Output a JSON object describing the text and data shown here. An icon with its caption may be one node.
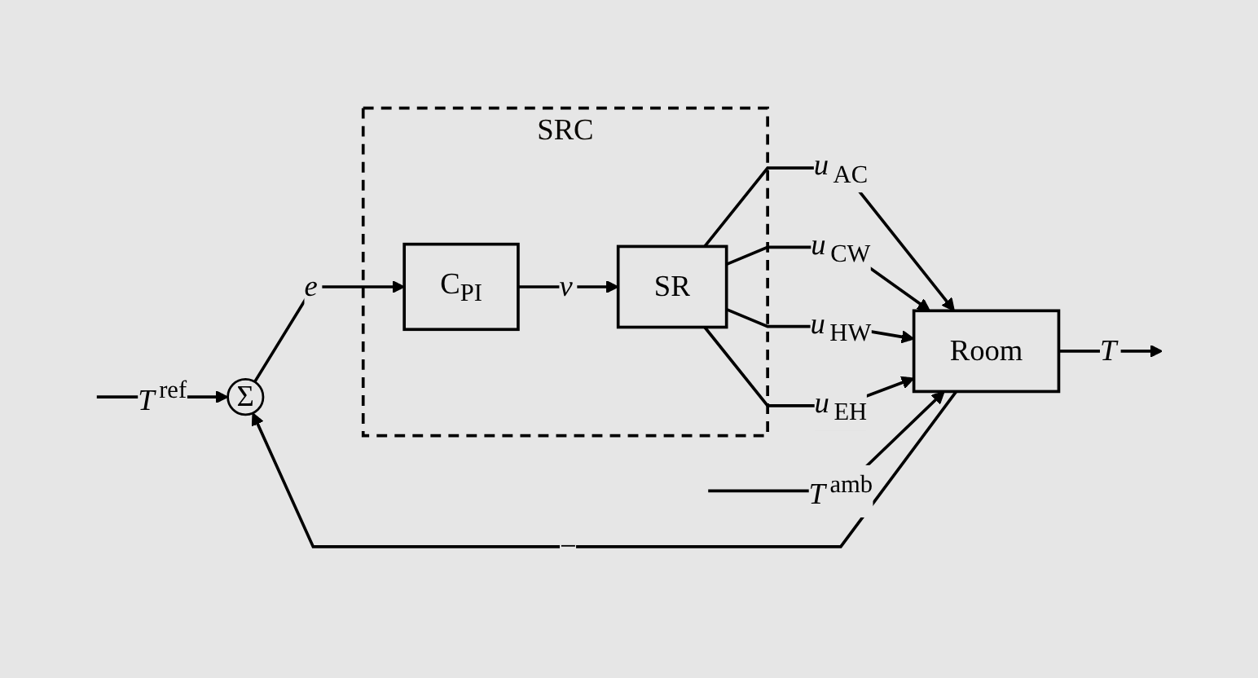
{
  "diagram": {
    "nodes": [
      {
        "text": [
          "SRC"
        ]
      },
      {
        "text": [
          "Σ"
        ]
      },
      {
        "text": [
          "C$_{PI}$"
        ],
        "in": 0
      },
      {
        "text": [
          "SR"
        ],
        "in": 0
      },
      {
        "text": [
          "Room"
        ]
      }
    ],
    "edges": [
      {
        "from": null,
        "to": 1,
        "arrow": "to",
        "label": "*T*$^{ref}$"
      },
      {
        "from": 1,
        "to": 2,
        "arrow": "to",
        "label": "*e*"
      },
      {
        "from": 2,
        "to": 3,
        "arrow": "to",
        "label": "*v*"
      },
      {
        "from": 3,
        "to": 4,
        "arrow": "to",
        "label": "*u*$_{AC}$"
      },
      {
        "from": 3,
        "to": 4,
        "arrow": "to",
        "label": "*u*$_{CW}$"
      },
      {
        "from": 3,
        "to": 4,
        "arrow": "to",
        "label": "*u*$_{HW}$"
      },
      {
        "from": 3,
        "to": 4,
        "arrow": "to",
        "label": "*u*$_{EH}$"
      },
      {
        "from": null,
        "to": 4,
        "arrow": "to",
        "label": "*T*$^{amb}$"
      },
      {
        "from": 4,
        "to": null,
        "arrow": "to",
        "label": "*T*"
      },
      {
        "from": 4,
        "to": 1,
        "arrow": "to",
        "label": "−"
      }
    ]
  }
}
